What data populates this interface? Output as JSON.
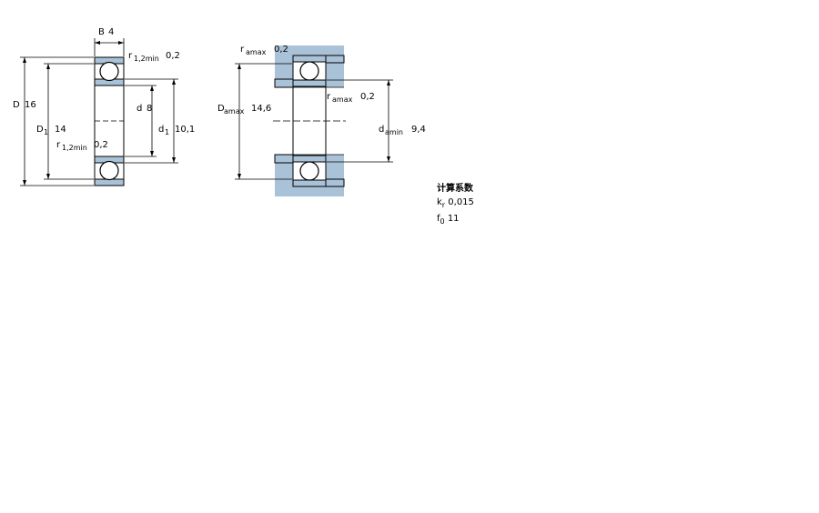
{
  "diagram": {
    "section_view": {
      "B": {
        "symbol": "B",
        "value": "4"
      },
      "D": {
        "symbol": "D",
        "value": "16"
      },
      "D1": {
        "symbol": "D",
        "sub": "1",
        "value": "14"
      },
      "d": {
        "symbol": "d",
        "value": "8"
      },
      "d1": {
        "symbol": "d",
        "sub": "1",
        "value": "10,1"
      },
      "r_top": {
        "symbol": "r",
        "sub": "1,2min",
        "value": "0,2"
      },
      "r_bottom": {
        "symbol": "r",
        "sub": "1,2min",
        "value": "0,2"
      }
    },
    "mounting_view": {
      "ra_top": {
        "symbol": "r",
        "sub": "amax",
        "value": "0,2"
      },
      "ra_inner": {
        "symbol": "r",
        "sub": "amax",
        "value": "0,2"
      },
      "Da": {
        "symbol": "D",
        "sub": "amax",
        "value": "14,6"
      },
      "da": {
        "symbol": "d",
        "sub": "amin",
        "value": "9,4"
      }
    }
  },
  "calculation": {
    "title": "计算系数",
    "kr": {
      "symbol": "k",
      "sub": "r",
      "value": "0,015"
    },
    "f0": {
      "symbol": "f",
      "sub": "0",
      "value": "11"
    }
  },
  "colors": {
    "ring_fill": "#a9c2d8",
    "housing_fill": "#a9c2d8",
    "line": "#000000"
  }
}
